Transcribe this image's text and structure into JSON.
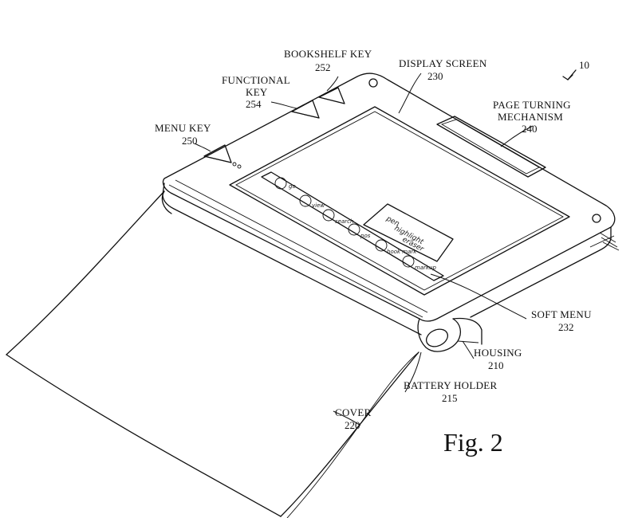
{
  "figure": {
    "ref_number": "10",
    "caption": "Fig. 2"
  },
  "labels": {
    "bookshelf_key": {
      "name": "BOOKSHELF KEY",
      "num": "252"
    },
    "functional_key": {
      "name1": "FUNCTIONAL",
      "name2": "KEY",
      "num": "254"
    },
    "menu_key": {
      "name": "MENU KEY",
      "num": "250"
    },
    "display_screen": {
      "name": "DISPLAY SCREEN",
      "num": "230"
    },
    "page_turning": {
      "name1": "PAGE TURNING",
      "name2": "MECHANISM",
      "num": "240"
    },
    "soft_menu": {
      "name": "SOFT MENU",
      "num": "232"
    },
    "housing": {
      "name": "HOUSING",
      "num": "210"
    },
    "battery_holder": {
      "name": "BATTERY HOLDER",
      "num": "215"
    },
    "cover": {
      "name": "COVER",
      "num": "220"
    }
  },
  "soft_menu_items": [
    "go",
    "view",
    "search",
    "pos",
    "book mark",
    "markup"
  ],
  "popup_items": [
    "pen",
    "highlight",
    "eraser"
  ]
}
